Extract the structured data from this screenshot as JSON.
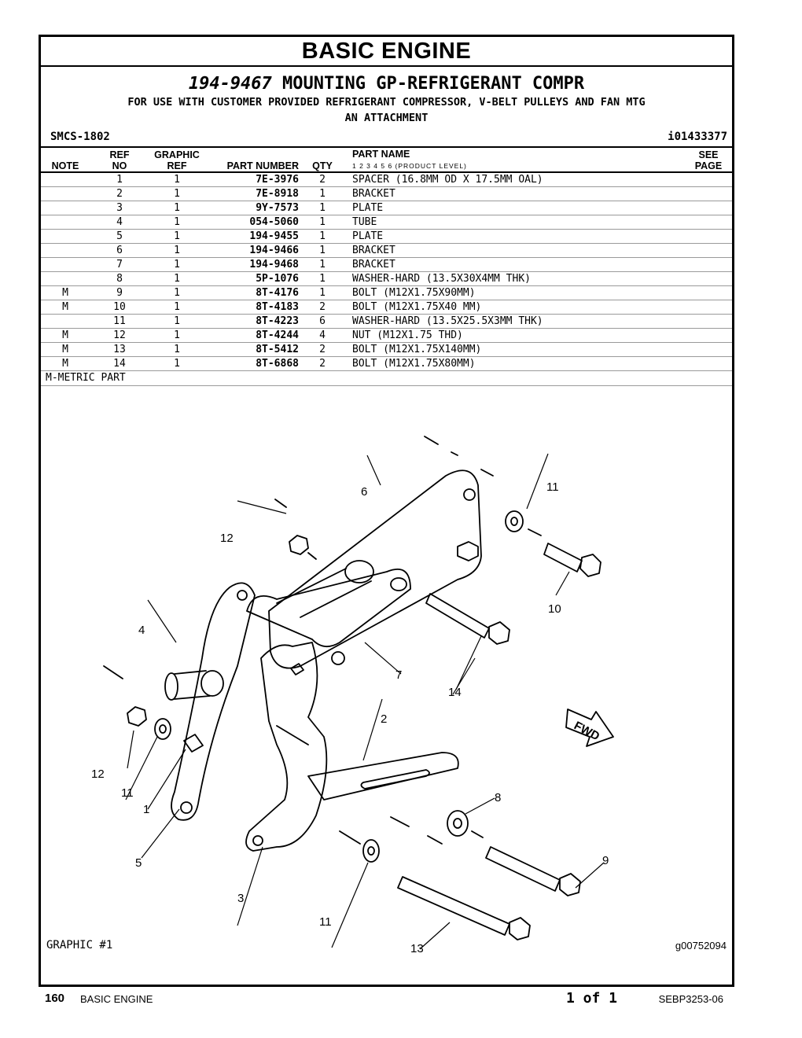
{
  "section_title": "BASIC ENGINE",
  "group": {
    "part_number": "194-9467",
    "name": "MOUNTING GP-REFRIGERANT COMPR",
    "description_line1": "FOR USE WITH CUSTOMER PROVIDED REFRIGERANT COMPRESSOR, V-BELT PULLEYS AND FAN MTG",
    "description_line2": "AN ATTACHMENT",
    "smcs": "SMCS-1802",
    "id": "i01433377"
  },
  "table": {
    "headers": {
      "note": "NOTE",
      "ref_top": "REF",
      "ref_bottom": "NO",
      "graphic_top": "GRAPHIC",
      "graphic_bottom": "REF",
      "part_number": "PART NUMBER",
      "qty": "QTY",
      "part_name": "PART NAME",
      "levels": "1   2   3   4   5   6   (PRODUCT LEVEL)",
      "see_top": "SEE",
      "see_bottom": "PAGE"
    },
    "rows": [
      {
        "note": "",
        "ref": "1",
        "graphic": "1",
        "part_number": "7E-3976",
        "qty": "2",
        "name": "SPACER (16.8MM OD X 17.5MM OAL)"
      },
      {
        "note": "",
        "ref": "2",
        "graphic": "1",
        "part_number": "7E-8918",
        "qty": "1",
        "name": "BRACKET"
      },
      {
        "note": "",
        "ref": "3",
        "graphic": "1",
        "part_number": "9Y-7573",
        "qty": "1",
        "name": "PLATE"
      },
      {
        "note": "",
        "ref": "4",
        "graphic": "1",
        "part_number": "054-5060",
        "qty": "1",
        "name": "TUBE"
      },
      {
        "note": "",
        "ref": "5",
        "graphic": "1",
        "part_number": "194-9455",
        "qty": "1",
        "name": "PLATE"
      },
      {
        "note": "",
        "ref": "6",
        "graphic": "1",
        "part_number": "194-9466",
        "qty": "1",
        "name": "BRACKET"
      },
      {
        "note": "",
        "ref": "7",
        "graphic": "1",
        "part_number": "194-9468",
        "qty": "1",
        "name": "BRACKET"
      },
      {
        "note": "",
        "ref": "8",
        "graphic": "1",
        "part_number": "5P-1076",
        "qty": "1",
        "name": "WASHER-HARD (13.5X30X4MM THK)"
      },
      {
        "note": "M",
        "ref": "9",
        "graphic": "1",
        "part_number": "8T-4176",
        "qty": "1",
        "name": "BOLT (M12X1.75X90MM)"
      },
      {
        "note": "M",
        "ref": "10",
        "graphic": "1",
        "part_number": "8T-4183",
        "qty": "2",
        "name": "BOLT (M12X1.75X40 MM)"
      },
      {
        "note": "",
        "ref": "11",
        "graphic": "1",
        "part_number": "8T-4223",
        "qty": "6",
        "name": "WASHER-HARD (13.5X25.5X3MM THK)"
      },
      {
        "note": "M",
        "ref": "12",
        "graphic": "1",
        "part_number": "8T-4244",
        "qty": "4",
        "name": "NUT (M12X1.75 THD)"
      },
      {
        "note": "M",
        "ref": "13",
        "graphic": "1",
        "part_number": "8T-5412",
        "qty": "2",
        "name": "BOLT (M12X1.75X140MM)"
      },
      {
        "note": "M",
        "ref": "14",
        "graphic": "1",
        "part_number": "8T-6868",
        "qty": "2",
        "name": "BOLT (M12X1.75X80MM)"
      }
    ],
    "footnote": "M-METRIC PART"
  },
  "graphic": {
    "label": "GRAPHIC #1",
    "id": "g00752094",
    "fwd_label": "FWD",
    "callouts": [
      "1",
      "2",
      "3",
      "4",
      "5",
      "6",
      "7",
      "8",
      "9",
      "10",
      "11",
      "11",
      "12",
      "12",
      "13",
      "14"
    ]
  },
  "footer": {
    "page_number": "160",
    "section": "BASIC ENGINE",
    "page_of": "1 of 1",
    "doc_id": "SEBP3253-06"
  }
}
